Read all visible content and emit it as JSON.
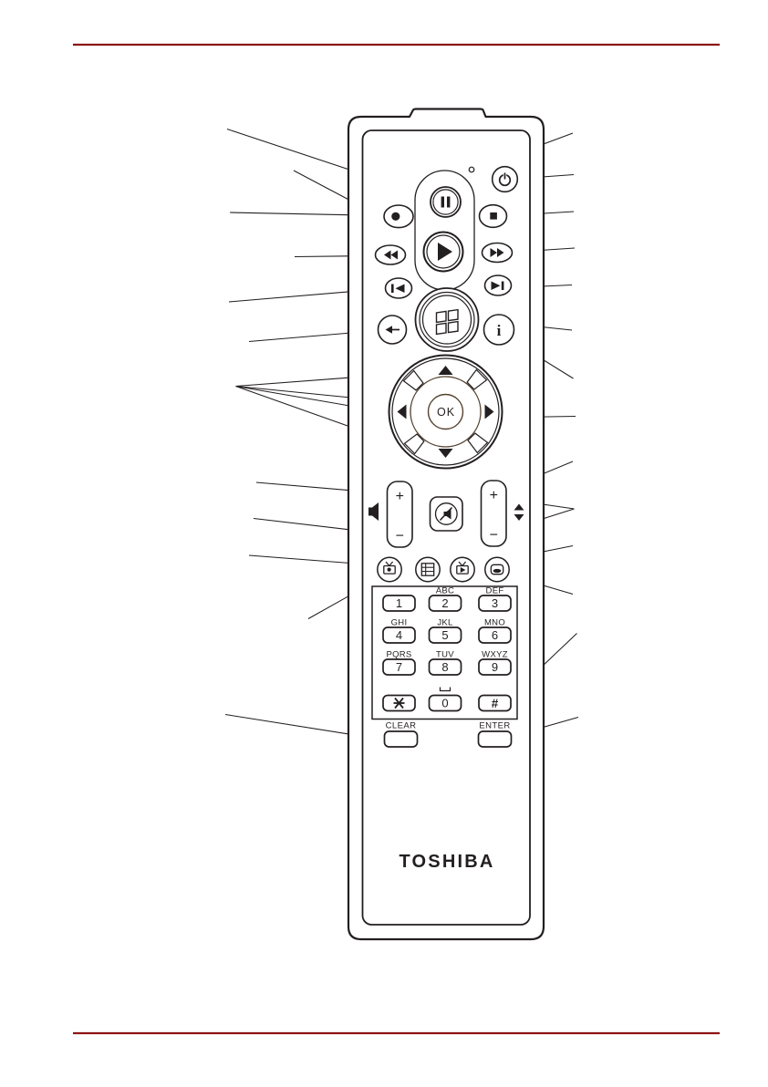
{
  "colors": {
    "ink": "#231f20",
    "rule_red": "#8e1414",
    "background": "#ffffff",
    "dpad_ring": "#54422f"
  },
  "remote": {
    "brand_logo": "TOSHIBA",
    "dpad": {
      "ok_label": "OK"
    },
    "info_glyph": "i",
    "volume": {
      "plus": "+",
      "minus": "−"
    },
    "channel": {
      "plus": "+",
      "minus": "−"
    },
    "keypad": {
      "keys": [
        {
          "digit": "1",
          "letters": ""
        },
        {
          "digit": "2",
          "letters": "ABC"
        },
        {
          "digit": "3",
          "letters": "DEF"
        },
        {
          "digit": "4",
          "letters": "GHI"
        },
        {
          "digit": "5",
          "letters": "JKL"
        },
        {
          "digit": "6",
          "letters": "MNO"
        },
        {
          "digit": "7",
          "letters": "PQRS"
        },
        {
          "digit": "8",
          "letters": "TUV"
        },
        {
          "digit": "9",
          "letters": "WXYZ"
        }
      ],
      "zero": {
        "digit": "0"
      },
      "hash": "#",
      "star_symbol": "✱",
      "space_symbol": "␣"
    },
    "bottom": {
      "clear": "CLEAR",
      "enter": "ENTER"
    },
    "icons": {
      "led-indicator": "small circle",
      "power-icon": "⏻",
      "pause-icon": "⏸",
      "record-icon": "●",
      "stop-icon": "■",
      "rewind-icon": "◀◀",
      "fast-forward-icon": "▶▶",
      "play-icon": "▶",
      "skip-back-icon": "|◀",
      "skip-forward-icon": "▶|",
      "windows-flag-icon": "windows flag",
      "back-arrow-icon": "←",
      "dpad-up-icon": "▲",
      "dpad-down-icon": "▼",
      "dpad-left-icon": "◀",
      "dpad-right-icon": "▶",
      "volume-speaker-icon": "speaker",
      "mute-icon": "speaker with slash",
      "channel-arrows-icon": "up/down triangles",
      "recorded-tv-icon": "tv with dot",
      "guide-icon": "grid",
      "live-tv-icon": "tv with play",
      "dvd-menu-icon": "disc menu",
      "star-icon": "✱",
      "space-icon": "␣"
    }
  }
}
